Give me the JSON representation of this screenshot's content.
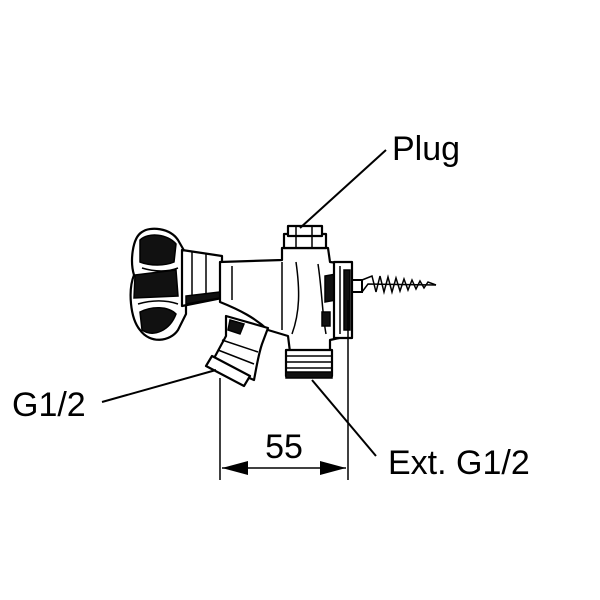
{
  "labels": {
    "plug": "Plug",
    "inlet": "G1/2",
    "outlet": "Ext. G1/2",
    "dimension": "55"
  },
  "colors": {
    "line": "#000000",
    "background": "#ffffff"
  }
}
